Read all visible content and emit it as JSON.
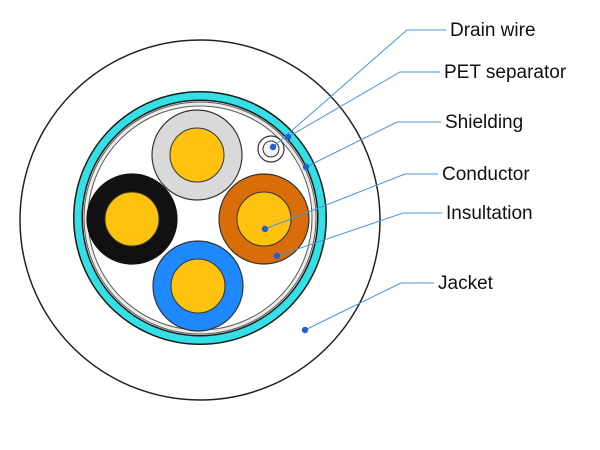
{
  "diagram": {
    "labels": {
      "drain_wire": "Drain wire",
      "pet_separator": "PET separator",
      "shielding": "Shielding",
      "conductor": "Conductor",
      "insulation": "Insultation",
      "jacket": "Jacket"
    },
    "colors": {
      "jacket_fill": "#ffffff",
      "jacket_outline": "#222222",
      "shielding": "#33e0e6",
      "pet_separator": "#e9e9e9",
      "conductor_copper": "#ffc20e",
      "insulation_white": "#d9d9d9",
      "insulation_black": "#111111",
      "insulation_blue": "#1e88ff",
      "insulation_orange": "#d96d0a",
      "leader_line": "#4d94d9",
      "dot": "#1f5fd1"
    },
    "wires": [
      {
        "name": "white pair wire",
        "insulation": "white"
      },
      {
        "name": "black pair wire",
        "insulation": "black"
      },
      {
        "name": "orange pair wire",
        "insulation": "orange"
      },
      {
        "name": "blue pair wire",
        "insulation": "blue"
      }
    ]
  }
}
